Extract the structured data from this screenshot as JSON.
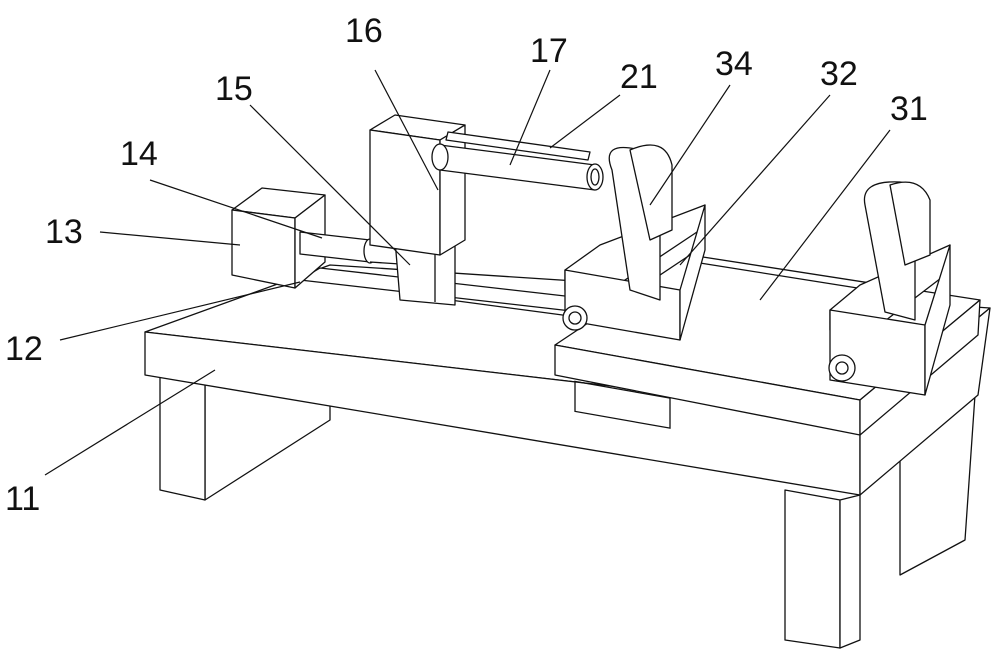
{
  "figure": {
    "labels": {
      "l11": "11",
      "l12": "12",
      "l13": "13",
      "l14": "14",
      "l15": "15",
      "l16": "16",
      "l17": "17",
      "l21": "21",
      "l31": "31",
      "l32": "32",
      "l34": "34"
    }
  }
}
